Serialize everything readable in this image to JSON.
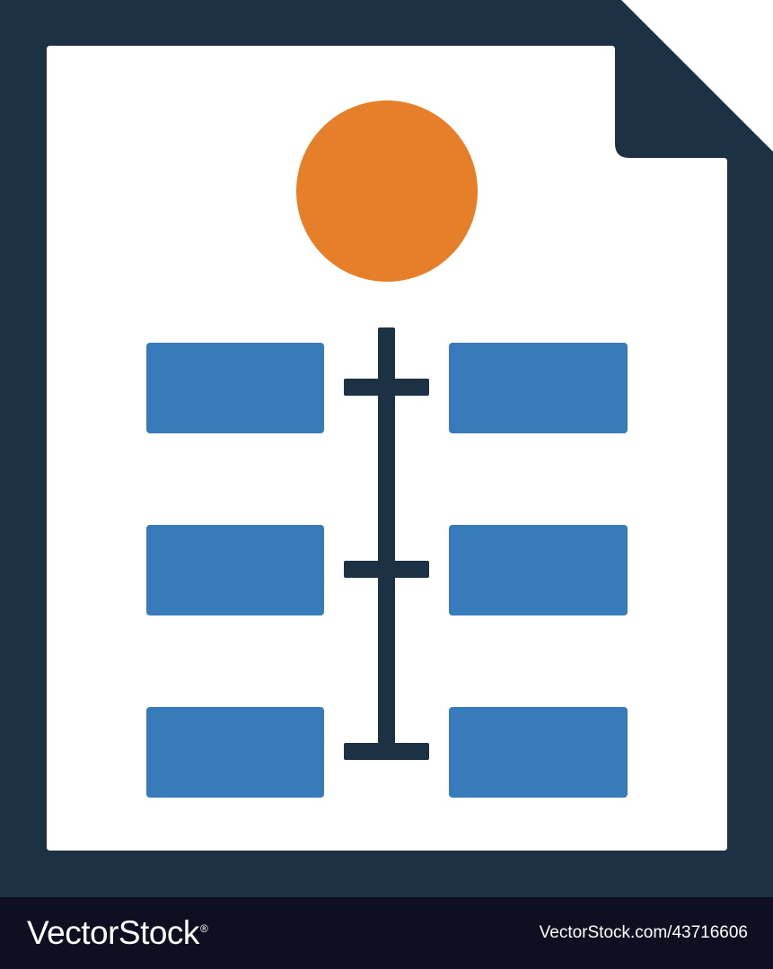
{
  "illustration": {
    "icon": "document-timeline-icon",
    "colors": {
      "frame": "#1c3244",
      "paper": "#ffffff",
      "accent": "#e67f29",
      "box": "#377bba",
      "connector": "#1c3244"
    },
    "left_boxes": 3,
    "right_boxes": 3
  },
  "footer": {
    "background": "#0e1021",
    "logo_text": "VectorStock",
    "logo_mark": "®",
    "image_id": "VectorStock.com/43716606"
  }
}
